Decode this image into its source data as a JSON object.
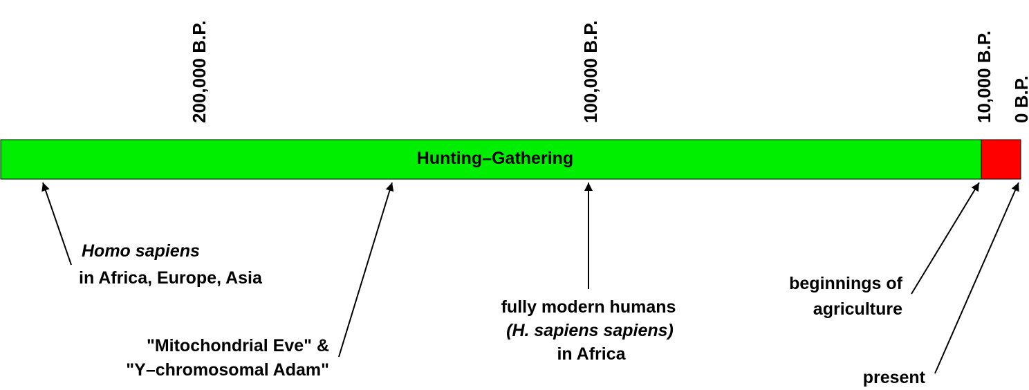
{
  "ticks": {
    "t200k": "200,000 B.P.",
    "t100k": "100,000 B.P.",
    "t10k": "10,000 B.P.",
    "t0": "0 B.P."
  },
  "bar": {
    "hunting_label": "Hunting–Gathering",
    "hunting_color": "#00ee00",
    "agriculture_color": "#ff0000"
  },
  "events": {
    "homo_sapiens": {
      "line1": "Homo sapiens",
      "line2": "in Africa, Europe, Asia"
    },
    "eve_adam": {
      "line1": "\"Mitochondrial Eve\" &",
      "line2": "\"Y–chromosomal Adam\""
    },
    "modern_humans": {
      "line1": "fully modern humans",
      "line2": "(H. sapiens sapiens)",
      "line3": "in Africa"
    },
    "agriculture": {
      "line1": "beginnings of",
      "line2": "agriculture"
    },
    "present": {
      "line1": "present"
    }
  }
}
